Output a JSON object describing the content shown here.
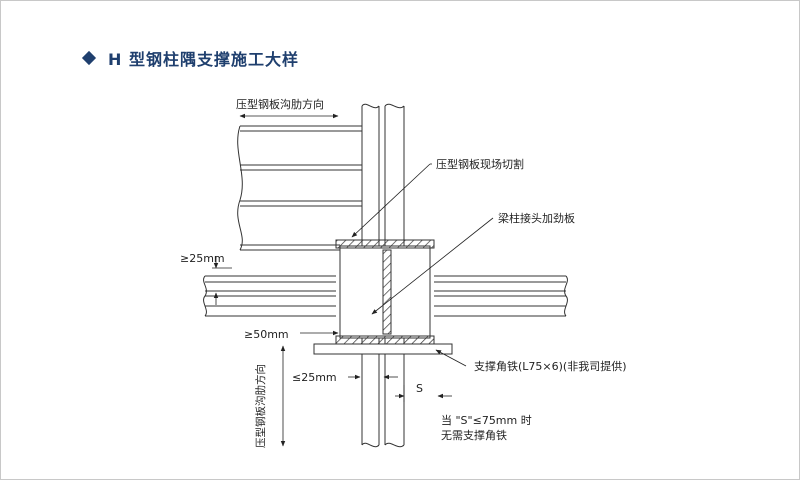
{
  "title": "H 型钢柱隅支撑施工大样",
  "labels": {
    "top_dir": "压型钢板沟肋方向",
    "cut": "压型钢板现场切割",
    "stiffener": "梁柱接头加劲板",
    "dim_25_top": "≥25mm",
    "dim_50": "≥50mm",
    "dim_25_bottom": "≤25mm",
    "dim_s": "S",
    "angle": "支撑角铁(L75×6)(非我司提供)",
    "note_line1": "当 \"S\"≤75mm 时",
    "note_line2": "无需支撑角铁",
    "side_dir": "压型钢板沟肋方向"
  },
  "colors": {
    "accent": "#1f3f6e",
    "line": "#333333"
  }
}
